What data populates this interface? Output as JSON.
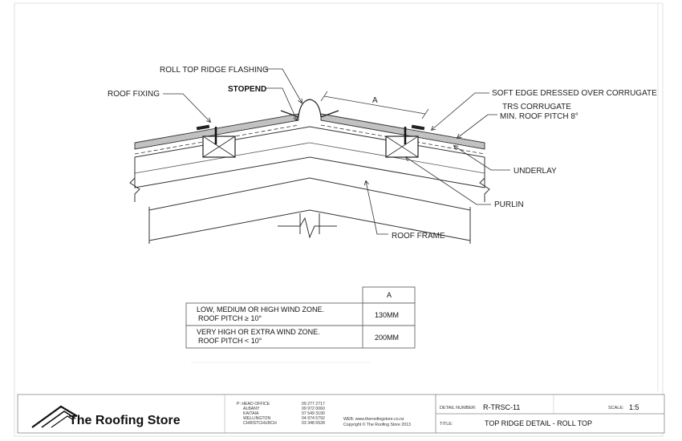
{
  "labels": {
    "roll_top_ridge_flashing": "ROLL TOP RIDGE FLASHING",
    "stopend": "STOPEND",
    "roof_fixing": "ROOF FIXING",
    "soft_edge": "SOFT EDGE DRESSED OVER CORRUGATE",
    "trs_corrugate": "TRS CORRUGATE",
    "min_pitch": "MIN. ROOF PITCH 8°",
    "underlay": "UNDERLAY",
    "purlin": "PURLIN",
    "roof_frame": "ROOF FRAME",
    "dimension_a": "A"
  },
  "table": {
    "header": "A",
    "rows": [
      {
        "line1": "LOW, MEDIUM OR HIGH WIND ZONE.",
        "line2": "ROOF PITCH ≥ 10°",
        "value": "130MM"
      },
      {
        "line1": "VERY HIGH OR EXTRA WIND ZONE.",
        "line2": "ROOF PITCH < 10°",
        "value": "200MM"
      }
    ]
  },
  "title_block": {
    "brand": "The Roofing Store",
    "offices": [
      {
        "name": "P: HEAD OFFICE",
        "phone": "09 277 2717"
      },
      {
        "name": "ALBANY",
        "phone": "09 972 0060"
      },
      {
        "name": "KAITAIA",
        "phone": "07 549 3190"
      },
      {
        "name": "WELLINGTON",
        "phone": "04 974 5792"
      },
      {
        "name": "CHRISTCHURCH",
        "phone": "03 348 6528"
      }
    ],
    "web": "WEB: www.theroofingstore.co.nz",
    "copyright": "Copyright © The Roofing Store 2013",
    "detail_number_label": "DETAIL NUMBER:",
    "detail_number": "R-TRSC-11",
    "scale_label": "SCALE:",
    "scale": "1:5",
    "title_label": "TITLE:",
    "title": "TOP RIDGE DETAIL - ROLL TOP"
  }
}
